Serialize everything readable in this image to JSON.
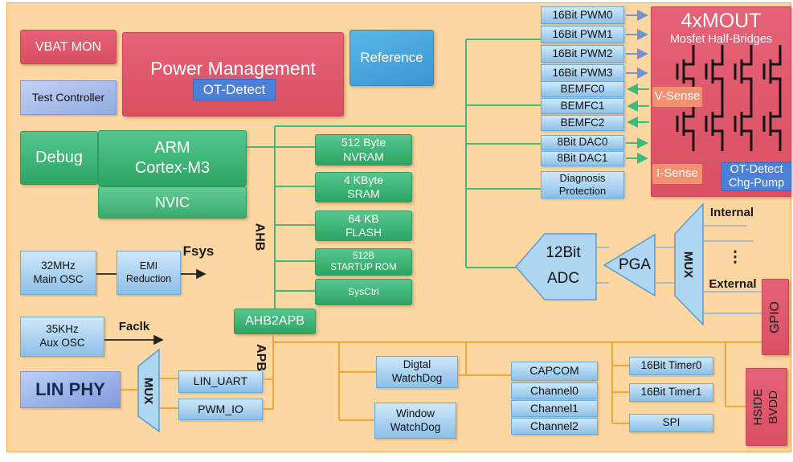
{
  "palette": {
    "background_peach": "#fcd7a1",
    "block_red": "#dd5467",
    "block_green": "#3bb476",
    "block_light_blue": "#a9d2ee",
    "block_periwinkle": "#a9bdea",
    "accent_blue": "#4d80d8",
    "bus_green": "#3cbc7c",
    "bus_orange": "#f2a53a",
    "arrow_slate_blue": "#7792cb",
    "salmon": "#f29272"
  },
  "power": {
    "vbat": "VBAT MON",
    "test_controller": "Test Controller",
    "power_management": "Power Management",
    "ot_detect": "OT-Detect",
    "reference": "Reference"
  },
  "cpu": {
    "debug": "Debug",
    "arm": [
      "ARM",
      "Cortex-M3"
    ],
    "nvic": "NVIC"
  },
  "memory": {
    "nvram": [
      "512 Byte",
      "NVRAM"
    ],
    "sram": [
      "4 KByte",
      "SRAM"
    ],
    "flash": [
      "64 KB",
      "FLASH"
    ],
    "rom": [
      "512B",
      "STARTUP ROM"
    ],
    "sysctrl": "SysCtrl",
    "bridge": "AHB2APB"
  },
  "buses": {
    "ahb": "AHB",
    "apb": "APB"
  },
  "clocks": {
    "main_osc": [
      "32MHz",
      "Main OSC"
    ],
    "emi": [
      "EMI",
      "Reduction"
    ],
    "fsys": "Fsys",
    "aux_osc": [
      "35KHz",
      "Aux OSC"
    ],
    "faclk": "Faclk"
  },
  "lin": {
    "phy": "LIN PHY",
    "mux": "MUX",
    "uart": "LIN_UART",
    "pwm_io": "PWM_IO"
  },
  "pwm": [
    "16Bit PWM0",
    "16Bit PWM1",
    "16Bit PWM2",
    "16Bit PWM3"
  ],
  "bemfc": [
    "BEMFC0",
    "BEMFC1",
    "BEMFC2"
  ],
  "dac": [
    "8Bit DAC0",
    "8Bit DAC1"
  ],
  "diagnosis": [
    "Diagnosis",
    "Protection"
  ],
  "mout": {
    "title": "4xMOUT",
    "subtitle": "Mosfet Half-Bridges",
    "v_sense": "V-Sense",
    "i_sense": "I-Sense",
    "ot_detect": "OT-Detect",
    "chg_pump": "Chg-Pump"
  },
  "analog": {
    "adc": [
      "12Bit",
      "ADC"
    ],
    "pga": "PGA",
    "mux": "MUX",
    "internal": "Internal",
    "external": "External",
    "dots": "⋮"
  },
  "io": {
    "gpio": "GPIO",
    "hside": [
      "HSIDE",
      "BVDD"
    ]
  },
  "peripherals": {
    "digital_watchdog": [
      "Digtal",
      "WatchDog"
    ],
    "window_watchdog": [
      "Window",
      "WatchDog"
    ],
    "capcom": [
      "CAPCOM",
      "Channel0",
      "Channel1",
      "Channel2"
    ],
    "timer0": "16Bit Timer0",
    "timer1": "16Bit Timer1",
    "spi": "SPI"
  }
}
